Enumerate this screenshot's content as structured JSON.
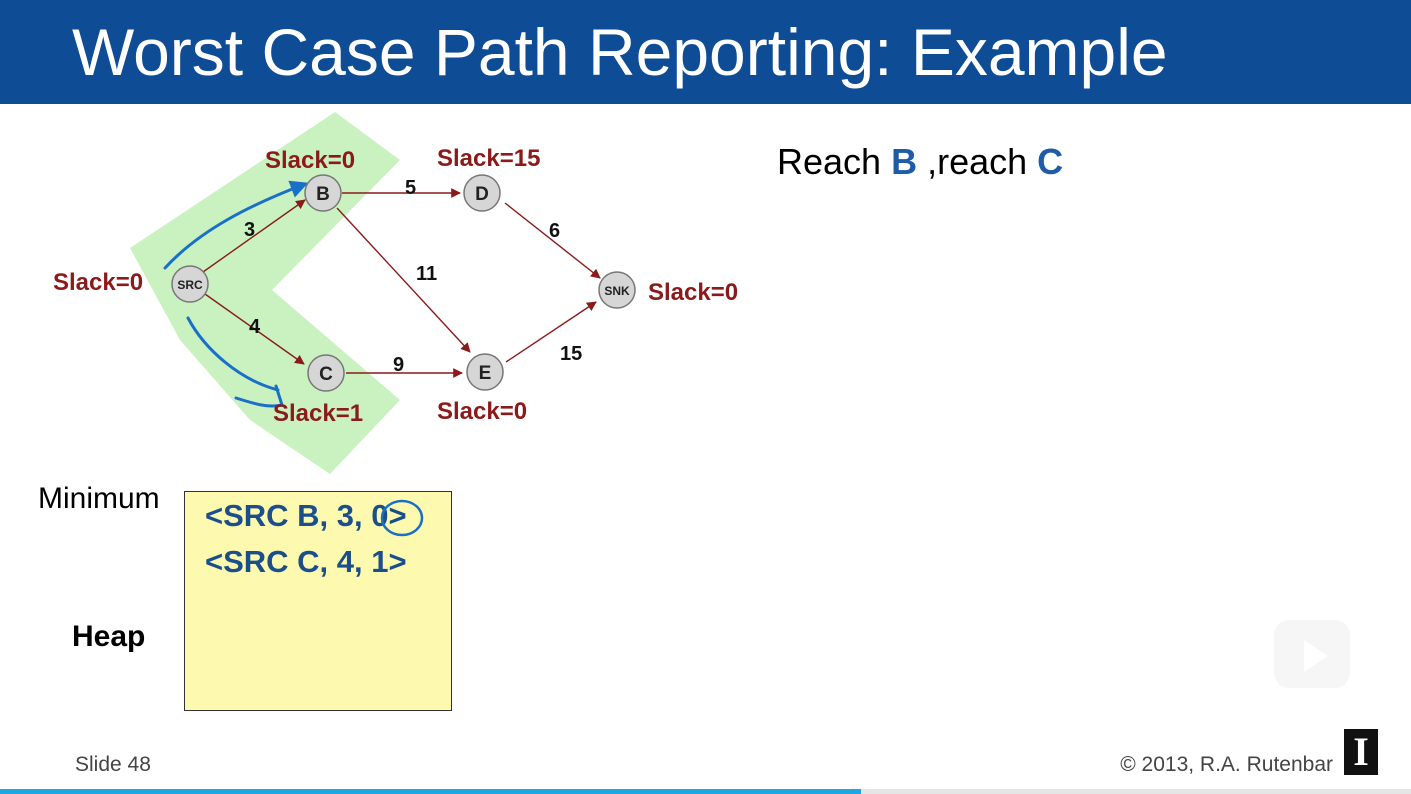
{
  "slide": {
    "title": "Worst Case Path Reporting: Example",
    "reach_text": {
      "prefix": "Reach ",
      "b": "B",
      "middle": " ,reach ",
      "c": "C"
    },
    "graph": {
      "nodes": {
        "src": "SRC",
        "b": "B",
        "c": "C",
        "d": "D",
        "e": "E",
        "snk": "SNK"
      },
      "edge_weights": {
        "src_b": "3",
        "src_c": "4",
        "b_d": "5",
        "b_e": "11",
        "c_e": "9",
        "d_snk": "6",
        "e_snk": "15"
      },
      "slacks": {
        "src": "Slack=0",
        "b": "Slack=0",
        "c": "Slack=1",
        "d": "Slack=15",
        "e": "Slack=0",
        "snk": "Slack=0"
      }
    },
    "heap": {
      "label_minimum": "Minimum",
      "label_heap": "Heap",
      "entries": [
        "<SRC B, 3, 0>",
        "<SRC C, 4, 1>"
      ]
    },
    "footer": {
      "slide_number": "Slide 48",
      "copyright": "© 2013, R.A. Rutenbar",
      "logo_letter": "I"
    }
  },
  "player": {
    "progress_fraction": 0.61
  },
  "colors": {
    "title_bar": "#0e4c96",
    "slack_text": "#8b1a1a",
    "heap_text": "#1a4e8c",
    "highlight": "#c9f2c0",
    "progress": "#1ea7e1"
  }
}
